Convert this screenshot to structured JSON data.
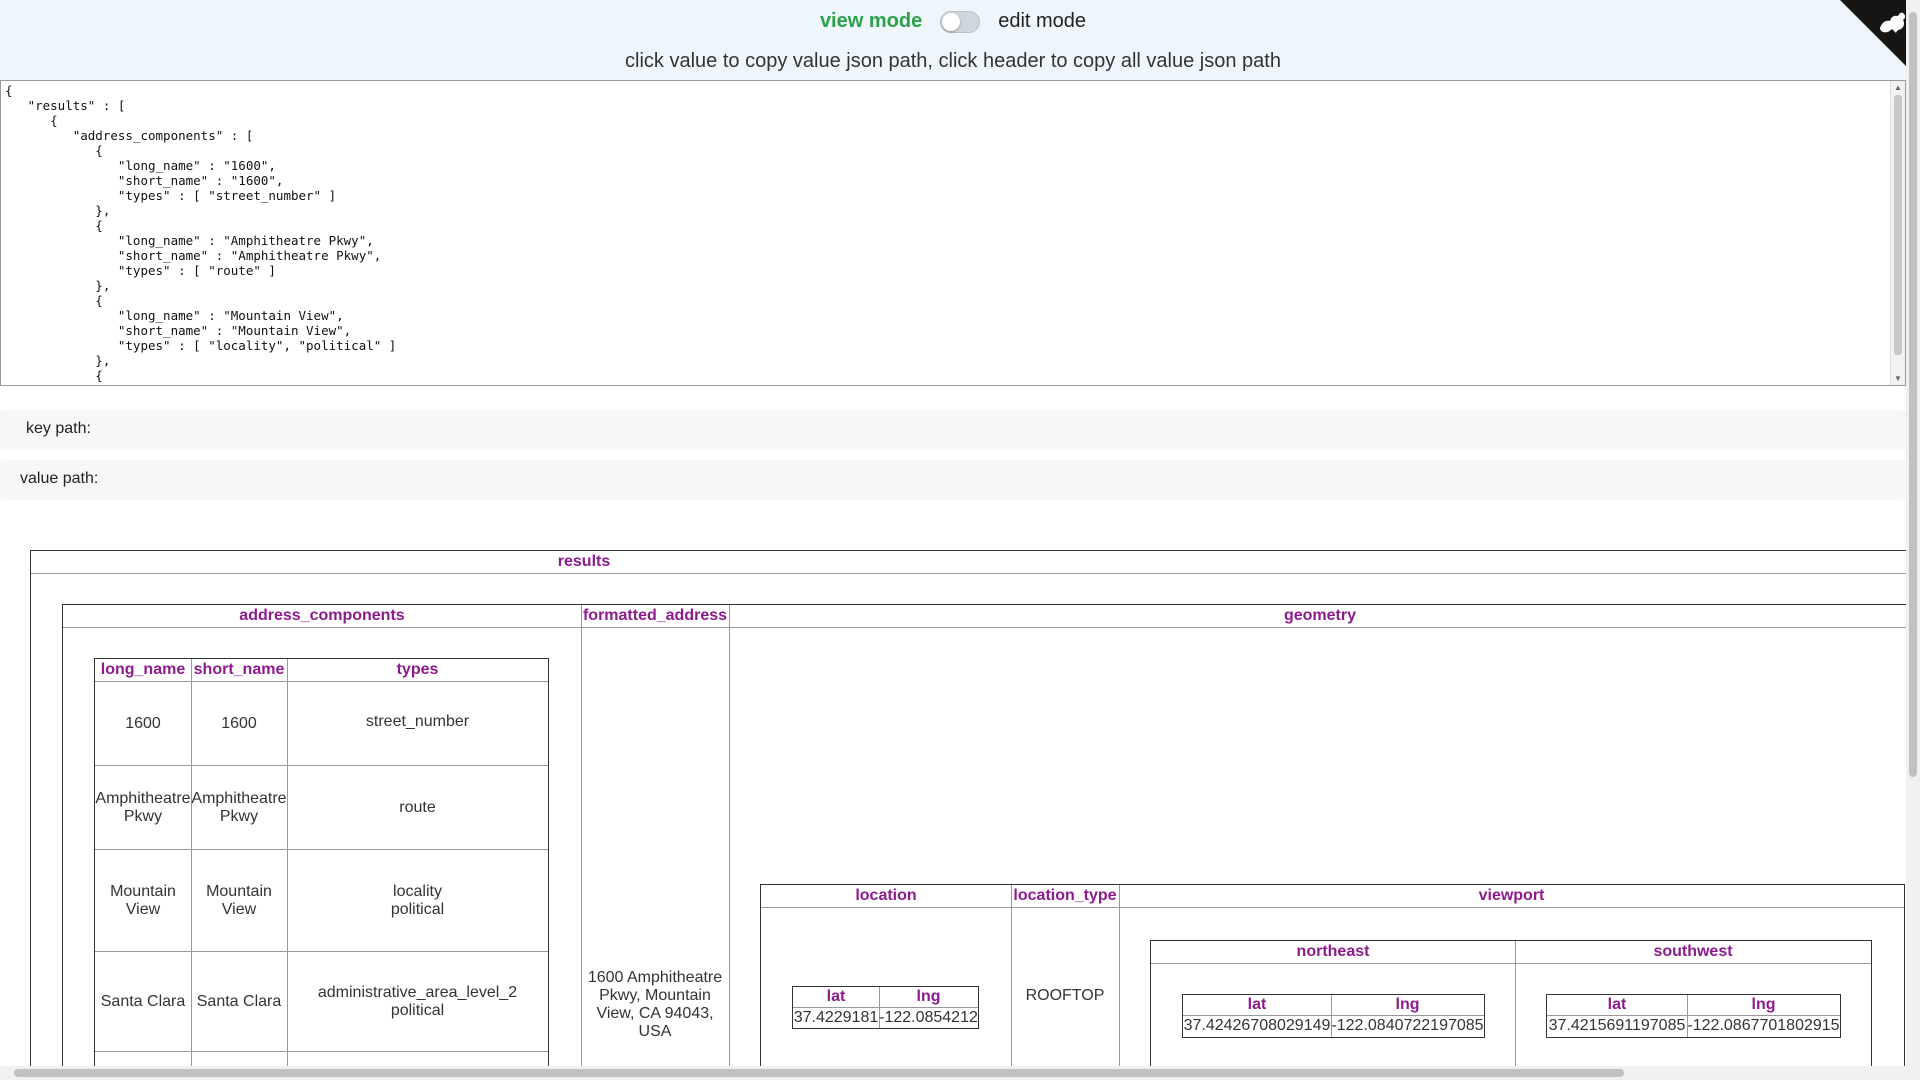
{
  "header": {
    "view_mode": "view mode",
    "edit_mode": "edit mode",
    "hint": "click value to copy value json path, click header to copy all value json path"
  },
  "json_text": "{\n   \"results\" : [\n      {\n         \"address_components\" : [\n            {\n               \"long_name\" : \"1600\",\n               \"short_name\" : \"1600\",\n               \"types\" : [ \"street_number\" ]\n            },\n            {\n               \"long_name\" : \"Amphitheatre Pkwy\",\n               \"short_name\" : \"Amphitheatre Pkwy\",\n               \"types\" : [ \"route\" ]\n            },\n            {\n               \"long_name\" : \"Mountain View\",\n               \"short_name\" : \"Mountain View\",\n               \"types\" : [ \"locality\", \"political\" ]\n            },\n            {\n               \"long_name\" : \"Santa Clara\",",
  "paths": {
    "key_path": "key path:",
    "value_path": "value path:"
  },
  "table": {
    "results": "results",
    "address_components": "address_components",
    "formatted_address": "formatted_address",
    "geometry": "geometry",
    "long_name": "long_name",
    "short_name": "short_name",
    "types": "types",
    "rows": [
      {
        "long_name": "1600",
        "short_name": "1600",
        "types": "street_number"
      },
      {
        "long_name": "Amphitheatre Pkwy",
        "short_name": "Amphitheatre Pkwy",
        "types": "route"
      },
      {
        "long_name": "Mountain View",
        "short_name": "Mountain View",
        "types": "locality\npolitical"
      },
      {
        "long_name": "Santa Clara",
        "short_name": "Santa Clara",
        "types": "administrative_area_level_2\npolitical"
      }
    ],
    "formatted_address_value": "1600 Amphitheatre Pkwy, Mountain View, CA 94043, USA",
    "location": "location",
    "location_type": "location_type",
    "viewport": "viewport",
    "lat": "lat",
    "lng": "lng",
    "location_lat": "37.4229181",
    "location_lng": "-122.0854212",
    "location_type_value": "ROOFTOP",
    "northeast": "northeast",
    "southwest": "southwest",
    "ne_lat": "37.42426708029149",
    "ne_lng": "-122.0840722197085",
    "sw_lat": "37.4215691197085",
    "sw_lng": "-122.0867701802915"
  },
  "icons": {
    "corner": "github-octocat-icon"
  }
}
